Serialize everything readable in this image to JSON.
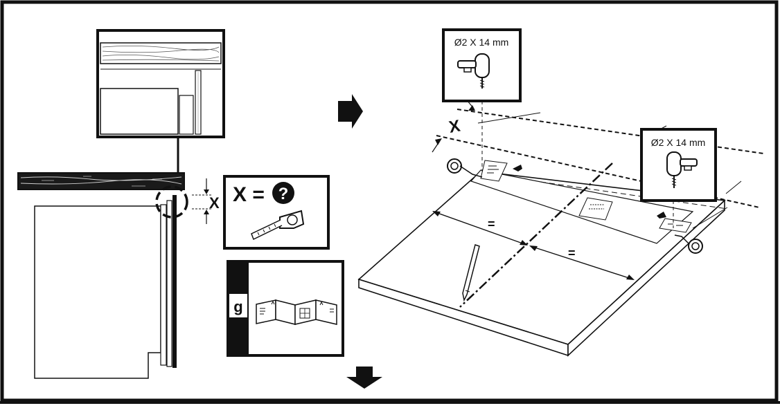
{
  "instruction_step": {
    "depth_label": "X",
    "formula": "X =",
    "question_mark": "?",
    "template_letter": "g",
    "equal_left": "=",
    "equal_right": "=",
    "drill_spec_left": "Ø2 X 14 mm",
    "drill_spec_right": "Ø2 X 14 mm",
    "offset_label": "X"
  },
  "colors": {
    "line": "#111111",
    "background": "#ffffff",
    "wood_dark": "#1a1a1a"
  },
  "icons": [
    "arrow-right-icon",
    "arrow-down-icon",
    "drill-icon",
    "tape-measure-icon",
    "pencil-icon",
    "template-sheet-icon",
    "hinge-icon"
  ]
}
